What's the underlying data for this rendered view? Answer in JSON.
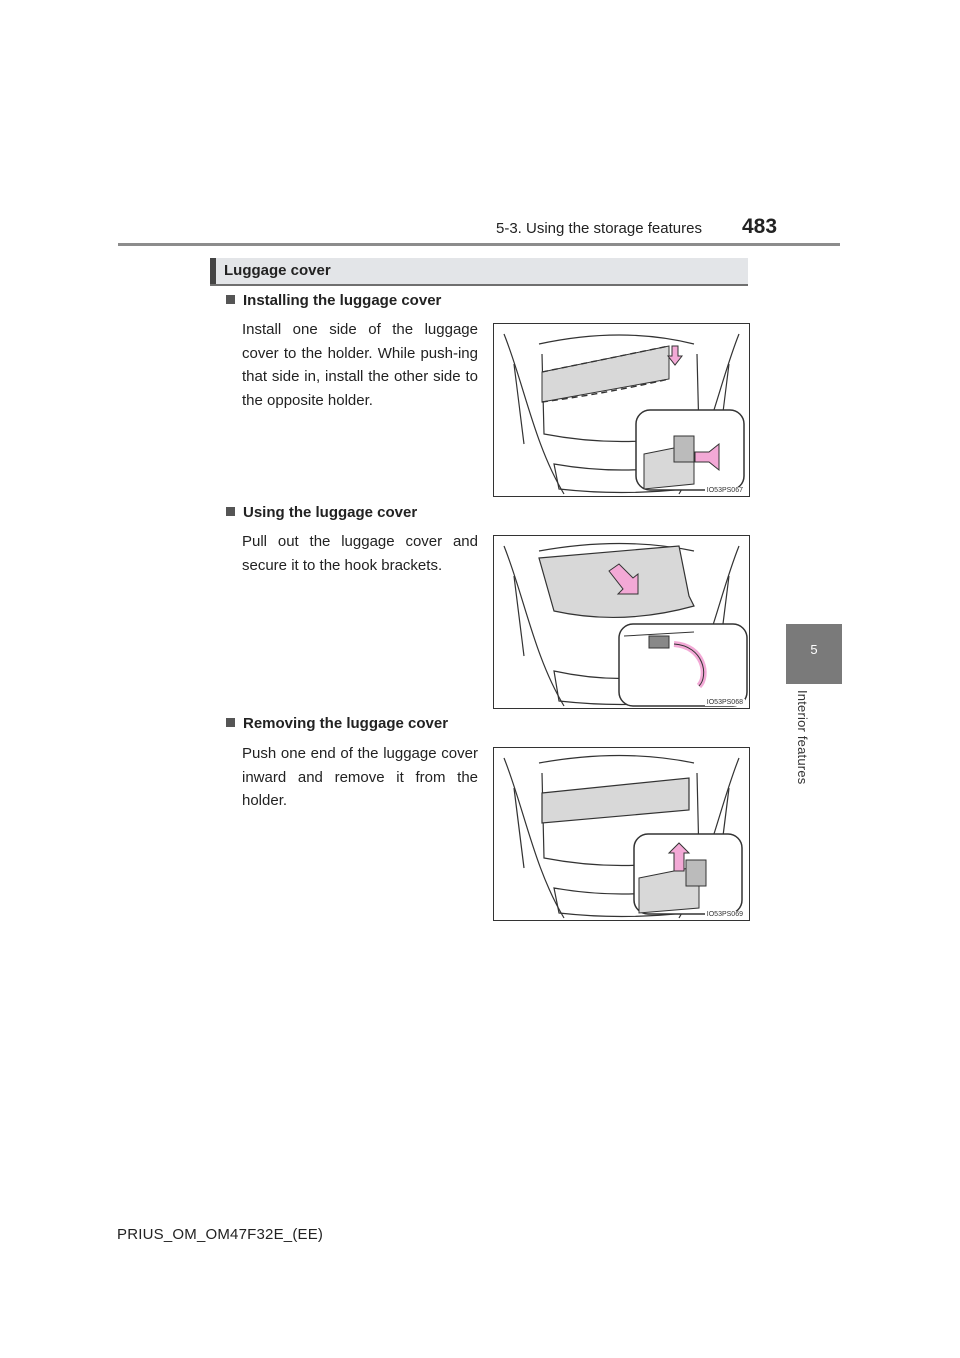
{
  "header": {
    "section": "5-3. Using the storage features",
    "page_number": "483"
  },
  "side_tab": {
    "chapter_number": "5",
    "chapter_title": "Interior features"
  },
  "section": {
    "title": "Luggage cover"
  },
  "subsections": [
    {
      "heading": "Installing the luggage cover",
      "body": "Install one side of the luggage cover to the holder. While push-ing that side in, install the other side to the opposite holder.",
      "figure_code": "IO53PS067"
    },
    {
      "heading": "Using the luggage cover",
      "body": "Pull out the luggage cover and secure it to the hook brackets.",
      "figure_code": "IO53PS068"
    },
    {
      "heading": "Removing the luggage cover",
      "body": "Push one end of the luggage cover inward and remove it from the holder.",
      "figure_code": "IO53PS069"
    }
  ],
  "footer": {
    "doc_id": "PRIUS_OM_OM47F32E_(EE)"
  },
  "colors": {
    "arrow": "#f3a9d6",
    "tab": "#7a7a7a",
    "section_bar": "#e3e5e8"
  }
}
